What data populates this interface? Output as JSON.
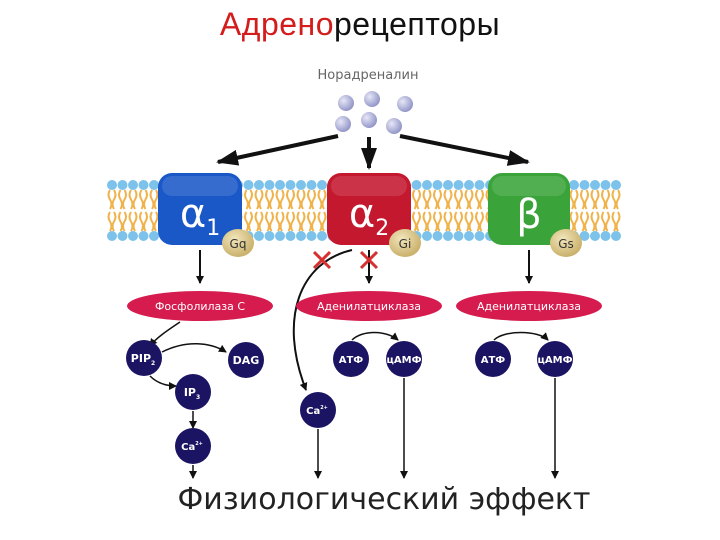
{
  "title": {
    "part_red": "Адрено",
    "part_black": "рецепторы"
  },
  "ligand": {
    "label": "Норадреналин"
  },
  "receptors": [
    {
      "symbol": "α",
      "subscript": "1",
      "color": "#1a58c8",
      "g_protein": "Gq"
    },
    {
      "symbol": "α",
      "subscript": "2",
      "color": "#c4182f",
      "g_protein": "Gi"
    },
    {
      "symbol": "β",
      "subscript": "",
      "color": "#3aa43a",
      "g_protein": "Gs"
    }
  ],
  "enzymes": [
    "Фосфолилаза С",
    "Аденилатциклаза",
    "Аденилатциклаза"
  ],
  "messengers": {
    "col1": {
      "pip": "PIP",
      "pip_sub": "2",
      "dag": "DAG",
      "ip": "IP",
      "ip_sub": "3",
      "ca": "Ca",
      "ca_sup": "2+"
    },
    "col2": {
      "ca": "Ca",
      "ca_sup": "2+",
      "atf": "АТФ",
      "camp": "цАМФ"
    },
    "col3": {
      "atf": "АТФ",
      "camp": "цАМФ"
    }
  },
  "effect": {
    "label": "Физиологический эффект"
  },
  "colors": {
    "membrane_head": "#7cc2ea",
    "membrane_tail": "#f0b24a",
    "enzyme": "#d61c4e",
    "messenger": "#1b1463",
    "gprotein": "#dcc78d",
    "ligand": "#b2b4dc",
    "block": "#d83030"
  }
}
